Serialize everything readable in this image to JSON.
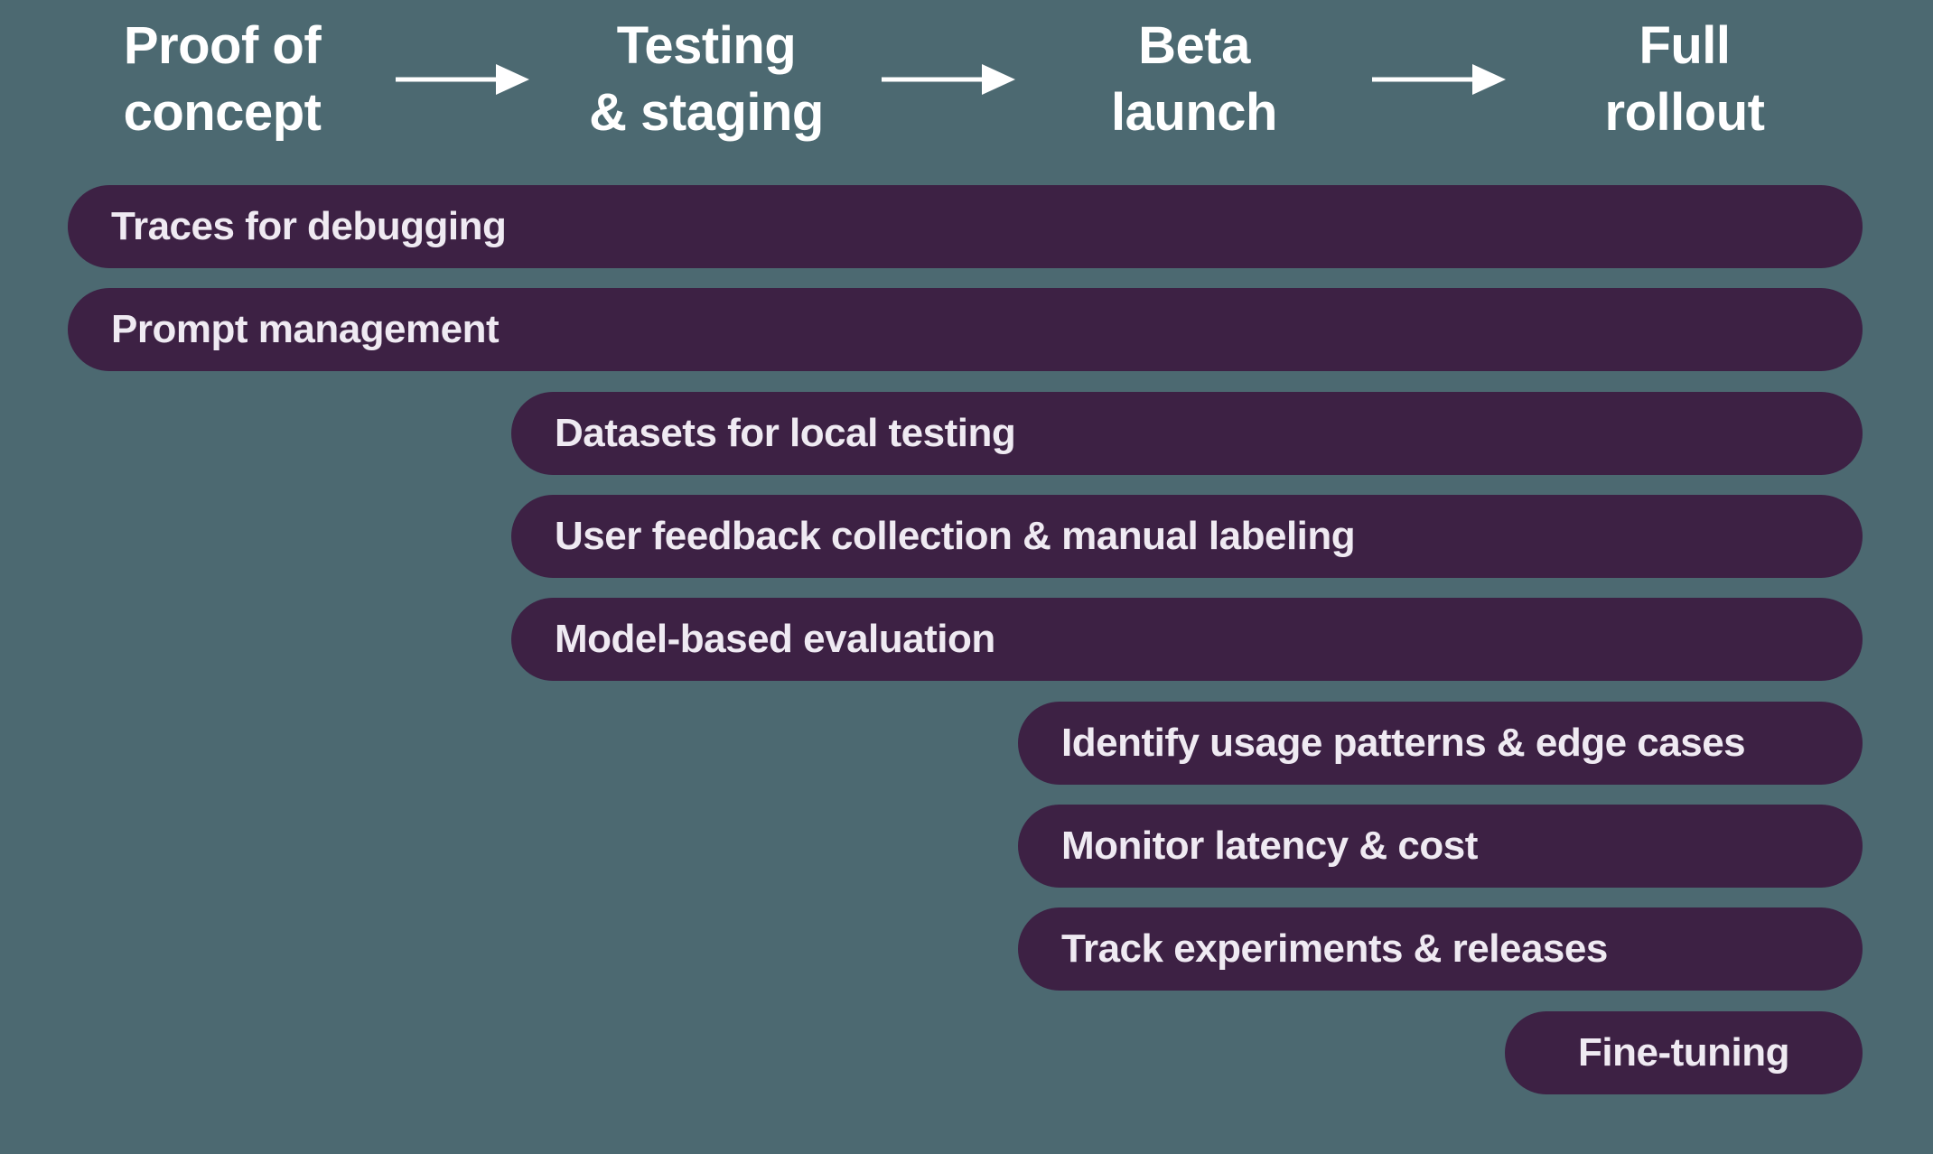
{
  "diagram": {
    "stages": [
      {
        "line1": "Proof of",
        "line2": "concept"
      },
      {
        "line1": "Testing",
        "line2": "& staging"
      },
      {
        "line1": "Beta",
        "line2": "launch"
      },
      {
        "line1": "Full",
        "line2": "rollout"
      }
    ],
    "arrow_icon": "arrow-right",
    "bars": [
      {
        "label": "Traces for debugging",
        "starts_at": "Proof of concept",
        "ends_at": "Full rollout"
      },
      {
        "label": "Prompt management",
        "starts_at": "Proof of concept",
        "ends_at": "Full rollout"
      },
      {
        "label": "Datasets for local testing",
        "starts_at": "Testing & staging",
        "ends_at": "Full rollout"
      },
      {
        "label": "User feedback collection & manual labeling",
        "starts_at": "Testing & staging",
        "ends_at": "Full rollout"
      },
      {
        "label": "Model-based evaluation",
        "starts_at": "Testing & staging",
        "ends_at": "Full rollout"
      },
      {
        "label": "Identify usage patterns & edge cases",
        "starts_at": "Beta launch",
        "ends_at": "Full rollout"
      },
      {
        "label": "Monitor latency & cost",
        "starts_at": "Beta launch",
        "ends_at": "Full rollout"
      },
      {
        "label": "Track experiments & releases",
        "starts_at": "Beta launch",
        "ends_at": "Full rollout"
      },
      {
        "label": "Fine-tuning",
        "starts_at": "Full rollout",
        "ends_at": "Full rollout"
      }
    ],
    "colors": {
      "background": "#4C6971",
      "bar_fill": "#3D2144",
      "stage_text": "#FFFFFF",
      "bar_text": "#EFEAF2",
      "arrow": "#FFFFFF"
    }
  }
}
